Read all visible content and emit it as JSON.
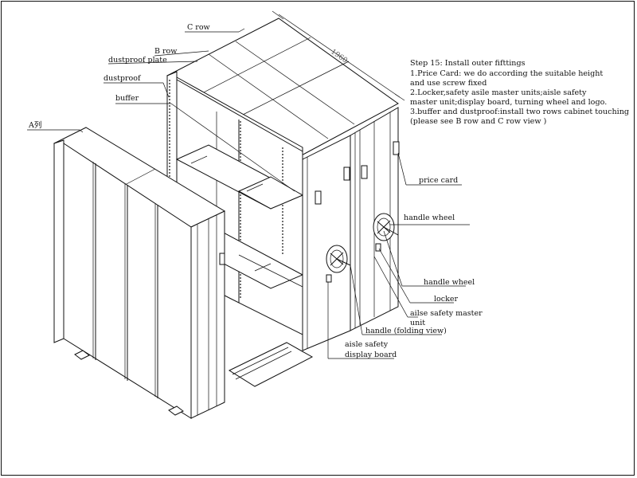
{
  "dimension": {
    "width_label": "1960"
  },
  "callouts": {
    "c_row": "C row",
    "b_row": "B row",
    "dustproof_plate": "dustproof plate",
    "dustproof": "dustproof",
    "buffer": "buffer",
    "a_row": "A列",
    "price_card": "price card",
    "handle_wheel_1": "handle wheel",
    "handle_wheel_2": "handle wheel",
    "locker": "locker",
    "aisle_safety_master_1": "ailse safety master",
    "aisle_safety_master_2": "unit",
    "handle_folding": "handle (folding view)",
    "aisle_safety_1": "aisle safety",
    "aisle_safety_2": "display board"
  },
  "notes": {
    "step_title": "Step 15: Install outer fifttings",
    "line1": "1.Price Card: we do according the suitable height",
    "line2": "  and use screw fixed",
    "line3": "2.Locker,safety asile master units;aisle safety",
    "line4": "  master unit;display board, turning wheel and logo.",
    "line5": "3.buffer and dustproof:install two rows cabinet touching",
    "line6": "(please see B row and C row  view )"
  }
}
